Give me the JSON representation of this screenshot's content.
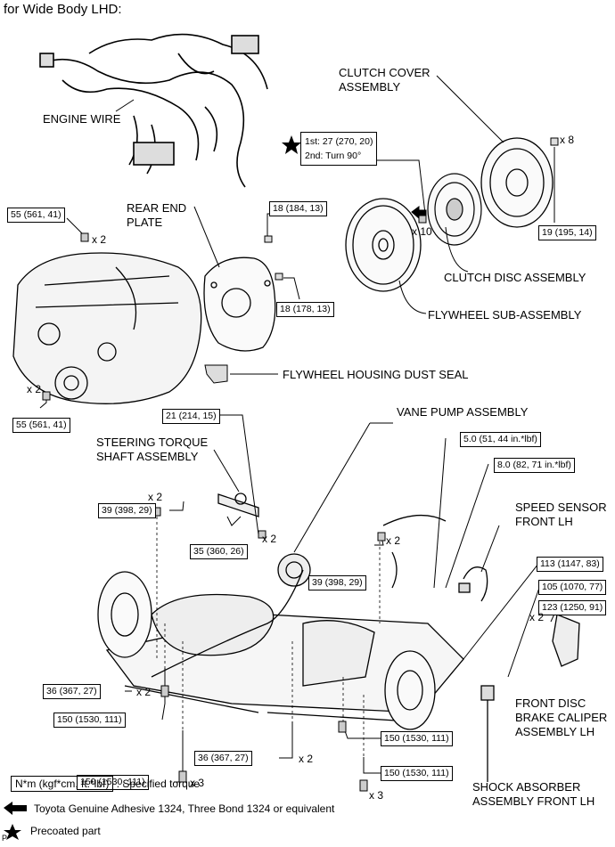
{
  "title": "for Wide Body LHD:",
  "labels": {
    "engine_wire": "ENGINE WIRE",
    "clutch_cover_1": "CLUTCH COVER",
    "clutch_cover_2": "ASSEMBLY",
    "rear_end_plate_1": "REAR END",
    "rear_end_plate_2": "PLATE",
    "clutch_disc": "CLUTCH DISC ASSEMBLY",
    "flywheel": "FLYWHEEL SUB-ASSEMBLY",
    "dust_seal": "FLYWHEEL HOUSING DUST SEAL",
    "vane_pump": "VANE PUMP ASSEMBLY",
    "steering_1": "STEERING TORQUE",
    "steering_2": "SHAFT ASSEMBLY",
    "speed_sensor_1": "SPEED SENSOR",
    "speed_sensor_2": "FRONT LH",
    "caliper_1": "FRONT DISC",
    "caliper_2": "BRAKE CALIPER",
    "caliper_3": "ASSEMBLY LH",
    "shock_1": "SHOCK ABSORBER",
    "shock_2": "ASSEMBLY FRONT LH"
  },
  "torques": {
    "t_55a": "55 (561, 41)",
    "t_55b": "55 (561, 41)",
    "t_18a": "18 (184, 13)",
    "t_18b": "18 (178, 13)",
    "t_19": "19 (195, 14)",
    "t_21": "21 (214, 15)",
    "t_5": "5.0 (51, 44 in.*lbf)",
    "t_8": "8.0 (82, 71 in.*lbf)",
    "t_39a": "39 (398, 29)",
    "t_35": "35 (360, 26)",
    "t_39b": "39 (398, 29)",
    "t_113": "113 (1147, 83)",
    "t_105": "105 (1070, 77)",
    "t_123": "123 (1250, 91)",
    "t_36a": "36 (367, 27)",
    "t_150a": "150 (1530, 111)",
    "t_150b": "150 (1530, 111)",
    "t_36b": "36 (367, 27)",
    "t_150c": "150 (1530, 111)",
    "t_150d": "150 (1530, 111)"
  },
  "flywheel_bolt": {
    "first": "1st: 27 (270, 20)",
    "second": "2nd: Turn 90°"
  },
  "multipliers": {
    "m_x8": "x 8",
    "m_x10": "x 10",
    "m_x2a": "x 2",
    "m_x2b": "x 2",
    "m_x2c": "x 2",
    "m_x2d": "x 2",
    "m_x2e": "x 2",
    "m_x2f": "x 2",
    "m_x2g": "x 2",
    "m_x2h": "x 2",
    "m_x3a": "x 3",
    "m_x3b": "x 3"
  },
  "legend": {
    "torque_unit": "N*m (kgf*cm, ft.*lbf)",
    "torque_desc": ": Specified torque",
    "adhesive": "Toyota Genuine Adhesive 1324, Three Bond 1324 or equivalent",
    "precoated": "Precoated part"
  },
  "corner_mark": "P",
  "icons": {
    "arrow": "arrow-left-icon",
    "star": "star-icon"
  }
}
